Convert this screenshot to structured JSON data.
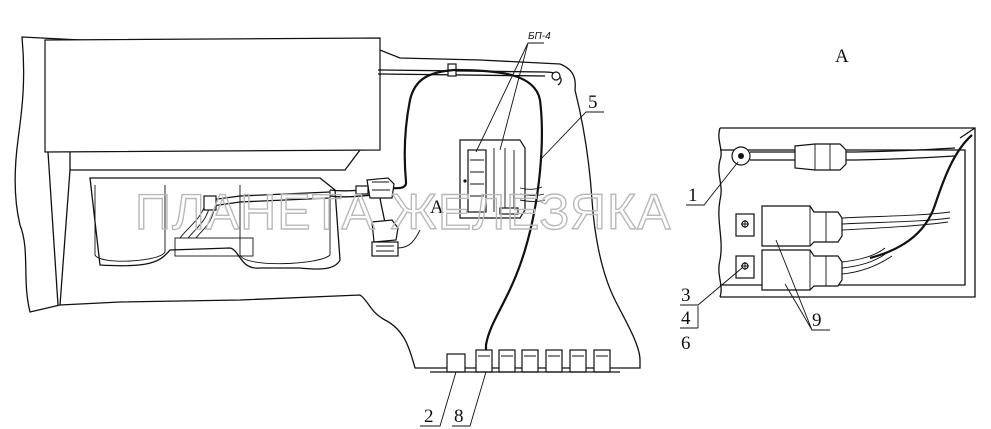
{
  "watermark": "ПЛАНЕТА ЖЕЛЕЗЯКА",
  "main_view": {
    "block_label": "БП-4",
    "view_marker": "А",
    "callouts": {
      "c5": "5",
      "c2": "2",
      "c8": "8"
    }
  },
  "detail_view": {
    "title": "А",
    "callouts": {
      "c1": "1",
      "c3": "3",
      "c4": "4",
      "c6": "6",
      "c9": "9"
    }
  }
}
